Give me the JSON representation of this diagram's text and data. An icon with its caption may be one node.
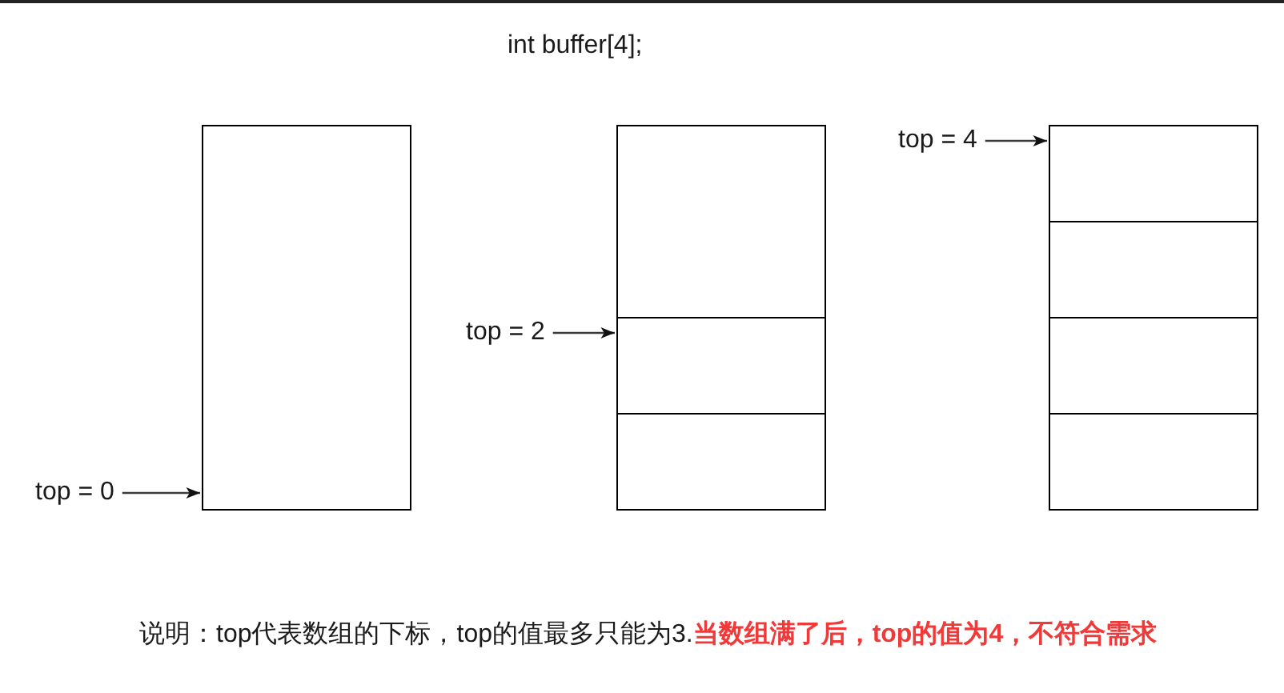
{
  "diagram": {
    "title": "int buffer[4];",
    "nodes": [
      {
        "text": [
          "top = 0"
        ]
      },
      {
        "text": [],
        "shape": "box"
      },
      {
        "text": [
          "top = 2"
        ]
      },
      {
        "text": [],
        "shape": "box"
      },
      {
        "text": [],
        "shape": "box"
      },
      {
        "text": [],
        "shape": "box"
      },
      {
        "text": [
          "top = 4"
        ]
      },
      {
        "text": [],
        "shape": "box"
      },
      {
        "text": [],
        "shape": "box"
      },
      {
        "text": [],
        "shape": "box"
      },
      {
        "text": [],
        "shape": "box"
      }
    ],
    "edges": [
      {
        "from": 0,
        "to": 1,
        "arrow": "to"
      },
      {
        "from": 2,
        "to": 4,
        "arrow": "to"
      },
      {
        "from": 6,
        "to": 7,
        "arrow": "to"
      }
    ],
    "caption": "说明：top代表数组的下标，top的值最多只能为3.**当数组满了后，top的值为4，不符合需求**"
  }
}
